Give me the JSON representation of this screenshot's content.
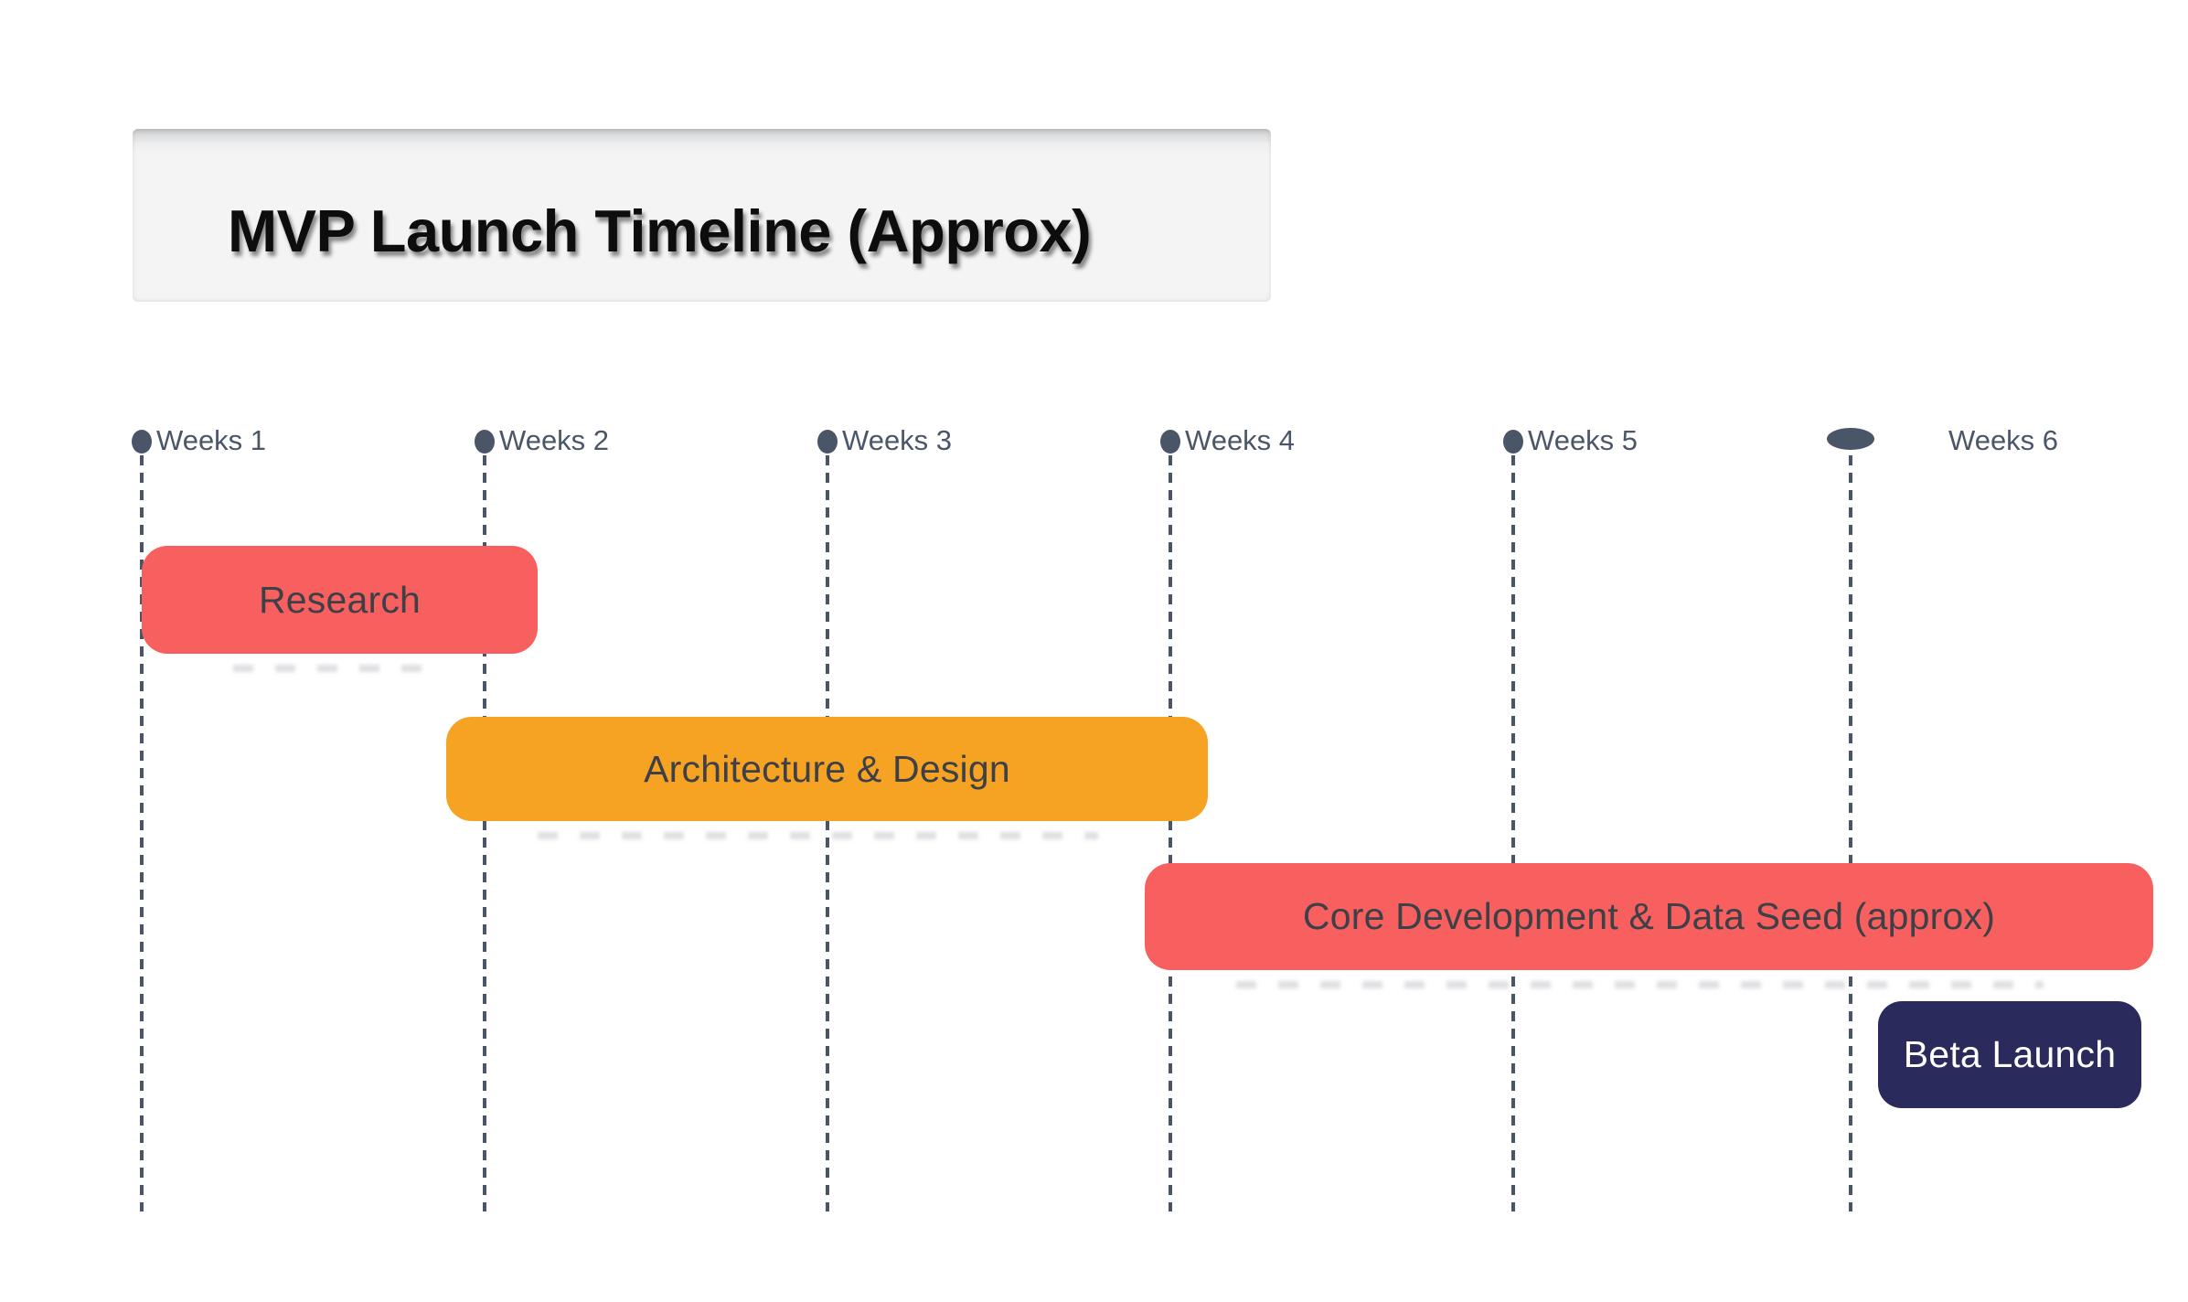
{
  "title": {
    "text": "MVP Launch Timeline (Approx)"
  },
  "colors": {
    "coral": "#f7605f",
    "orange": "#f6a324",
    "navy": "#2b2a5d",
    "slate": "#4a5568",
    "week_label": "#4b5669",
    "bar_text_dark": "#3d4046",
    "bar_text_light": "#ffffff",
    "title_panel_bg": "#f4f4f5"
  },
  "timeline": {
    "weeks": [
      {
        "label": "Weeks 1"
      },
      {
        "label": "Weeks 2"
      },
      {
        "label": "Weeks 3"
      },
      {
        "label": "Weeks 4"
      },
      {
        "label": "Weeks 5"
      },
      {
        "label": "Weeks 6"
      }
    ],
    "tasks": [
      {
        "label": "Research",
        "color": "#f7605f",
        "text_color": "#3d4046",
        "start_week": 1.0,
        "end_week": 2.2
      },
      {
        "label": "Architecture & Design",
        "color": "#f6a324",
        "text_color": "#3d4046",
        "start_week": 1.9,
        "end_week": 4.1
      },
      {
        "label": "Core Development & Data Seed (approx)",
        "color": "#f7605f",
        "text_color": "#3d4046",
        "start_week": 3.9,
        "end_week": 6.9
      },
      {
        "label": "Beta Launch",
        "color": "#2b2a5d",
        "text_color": "#ffffff",
        "start_week": 6.1,
        "end_week": 6.85
      }
    ]
  }
}
